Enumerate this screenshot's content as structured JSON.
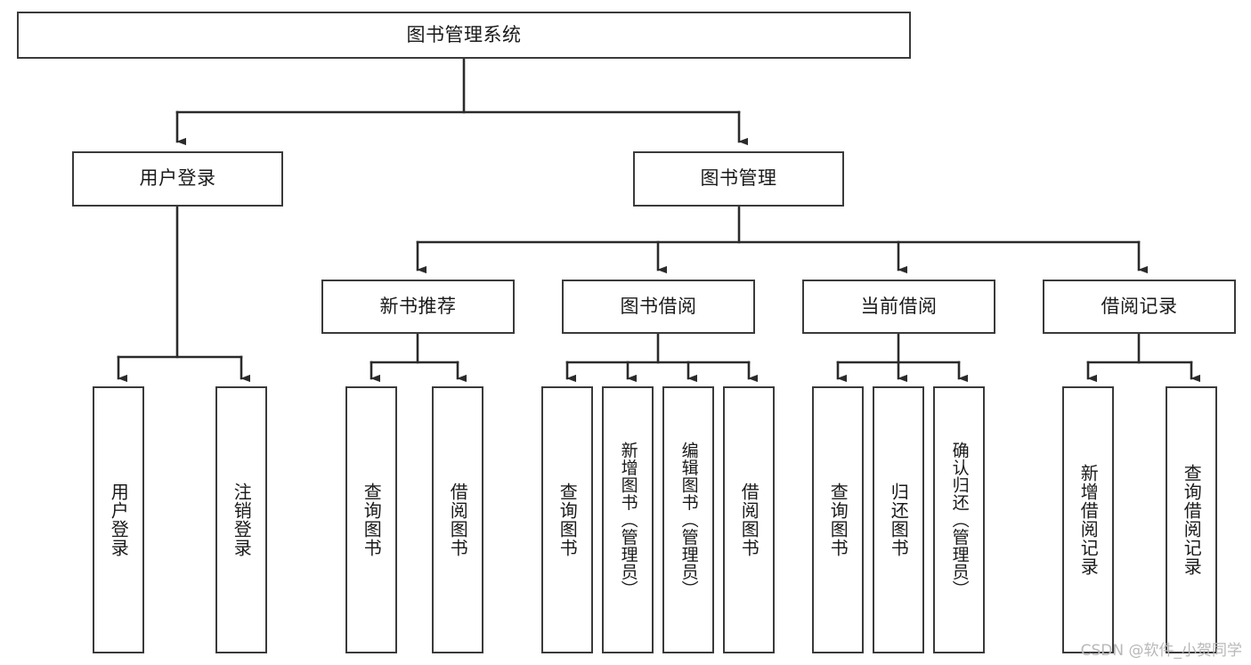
{
  "diagram": {
    "title": "图书管理系统",
    "type": "tree-hierarchy",
    "watermark": "CSDN @软件_小贺同学",
    "style": {
      "background": "#ffffff",
      "box_border": "#3a3a3a",
      "box_fill": "#ffffff",
      "text_color": "#1a1a1a",
      "edge_color": "#2b2b2b",
      "watermark_color": "#b8b8b8"
    },
    "root": {
      "label": "图书管理系统"
    },
    "level2": [
      {
        "label": "用户登录"
      },
      {
        "label": "图书管理"
      }
    ],
    "level3": [
      {
        "label": "新书推荐"
      },
      {
        "label": "图书借阅"
      },
      {
        "label": "当前借阅"
      },
      {
        "label": "借阅记录"
      }
    ],
    "leaves": {
      "user_login": [
        {
          "label": "用户登录"
        },
        {
          "label": "注销登录"
        }
      ],
      "new_book": [
        {
          "label": "查询图书"
        },
        {
          "label": "借阅图书"
        }
      ],
      "book_borrow": [
        {
          "label": "查询图书"
        },
        {
          "label": "新增图书（管理员）"
        },
        {
          "label": "编辑图书（管理员）"
        },
        {
          "label": "借阅图书"
        }
      ],
      "current_borrow": [
        {
          "label": "查询图书"
        },
        {
          "label": "归还图书"
        },
        {
          "label": "确认归还（管理员）"
        }
      ],
      "borrow_record": [
        {
          "label": "新增借阅记录"
        },
        {
          "label": "查询借阅记录"
        }
      ]
    }
  }
}
